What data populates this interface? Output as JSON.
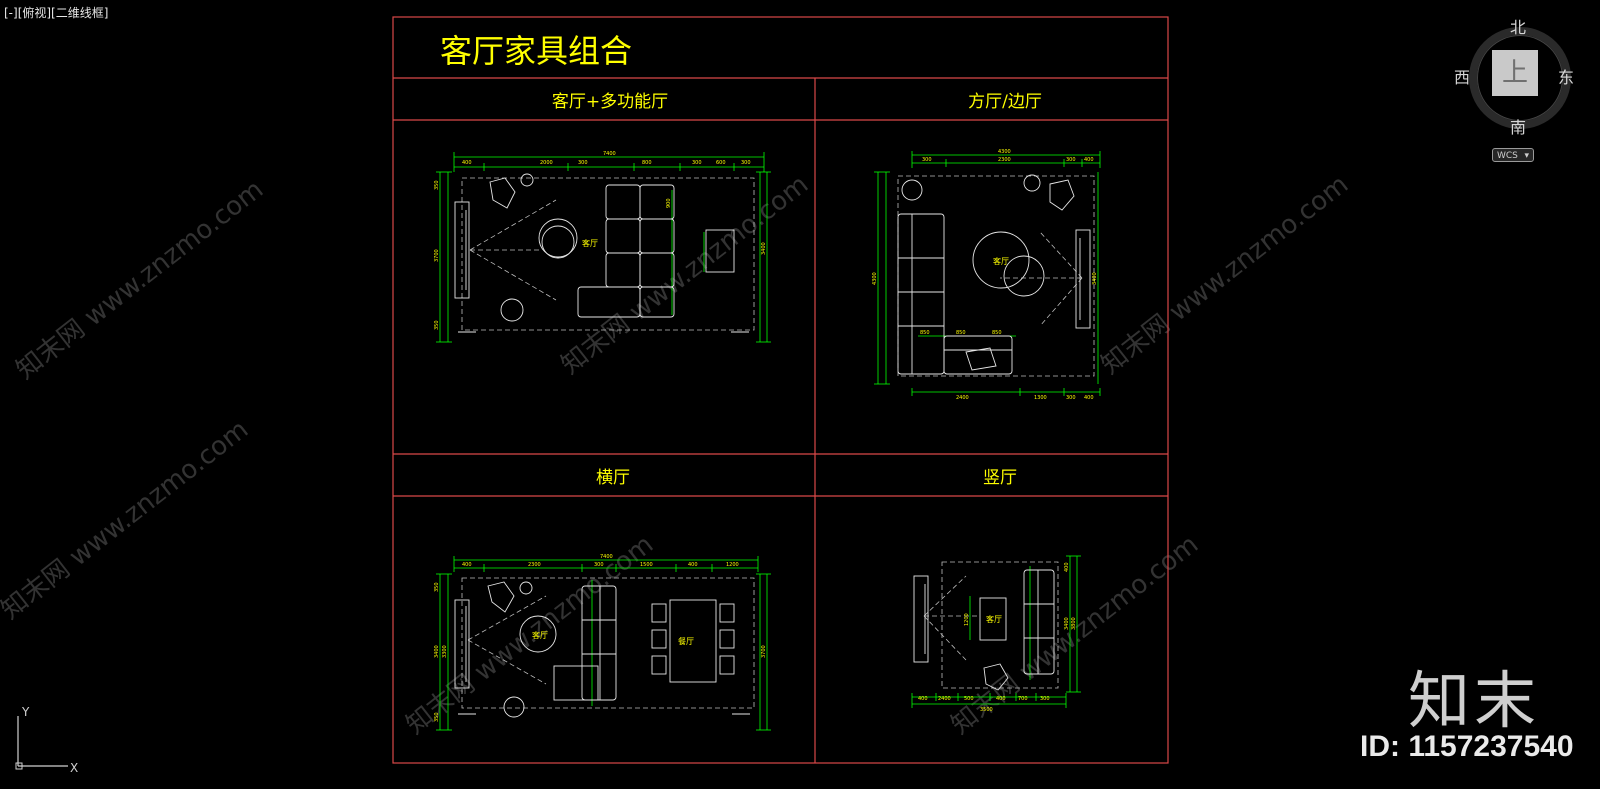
{
  "viewport": {
    "label": "[-][俯视][二维线框]"
  },
  "sheet": {
    "title": "客厅家具组合",
    "panels": [
      {
        "heading": "客厅+多功能厅",
        "room_labels": [
          "客厅"
        ],
        "dims_top": [
          "7400",
          "400",
          "2000",
          "300",
          "800",
          "300",
          "600",
          "300"
        ],
        "dims_side": [
          "3700",
          "3400",
          "900",
          "350",
          "350"
        ]
      },
      {
        "heading": "方厅/边厅",
        "room_labels": [
          "客厅"
        ],
        "dims_top": [
          "4300",
          "300",
          "2300",
          "300",
          "400"
        ],
        "dims_bottom": [
          "2400",
          "1300",
          "300",
          "400"
        ],
        "dims_side": [
          "4300",
          "3400",
          "850",
          "850",
          "850"
        ]
      },
      {
        "heading": "横厅",
        "room_labels": [
          "客厅",
          "餐厅"
        ],
        "dims_top": [
          "7400",
          "400",
          "2300",
          "300",
          "1500",
          "400",
          "1200"
        ],
        "dims_side": [
          "3400",
          "3300",
          "3700",
          "350",
          "350"
        ]
      },
      {
        "heading": "竖厅",
        "room_labels": [
          "客厅"
        ],
        "dims_bottom": [
          "3500",
          "400",
          "2400",
          "500",
          "400",
          "700",
          "300"
        ],
        "dims_side": [
          "3800",
          "3400",
          "1200",
          "400"
        ]
      }
    ]
  },
  "watermark": {
    "text": "知末网 www.znzmo.com"
  },
  "viewcube": {
    "north": "北",
    "south": "南",
    "east": "东",
    "west": "西",
    "face": "上",
    "wcs_label": "WCS"
  },
  "ucs": {
    "x_label": "X",
    "y_label": "Y"
  },
  "brand": {
    "logo": "知末",
    "id_text": "ID: 1157237540"
  },
  "colors": {
    "background": "#000000",
    "frame": "#d94848",
    "text": "#ffff00",
    "dimension": "#00ff00",
    "furniture": "#e6e6e6",
    "dashed": "#bdbdbd"
  }
}
